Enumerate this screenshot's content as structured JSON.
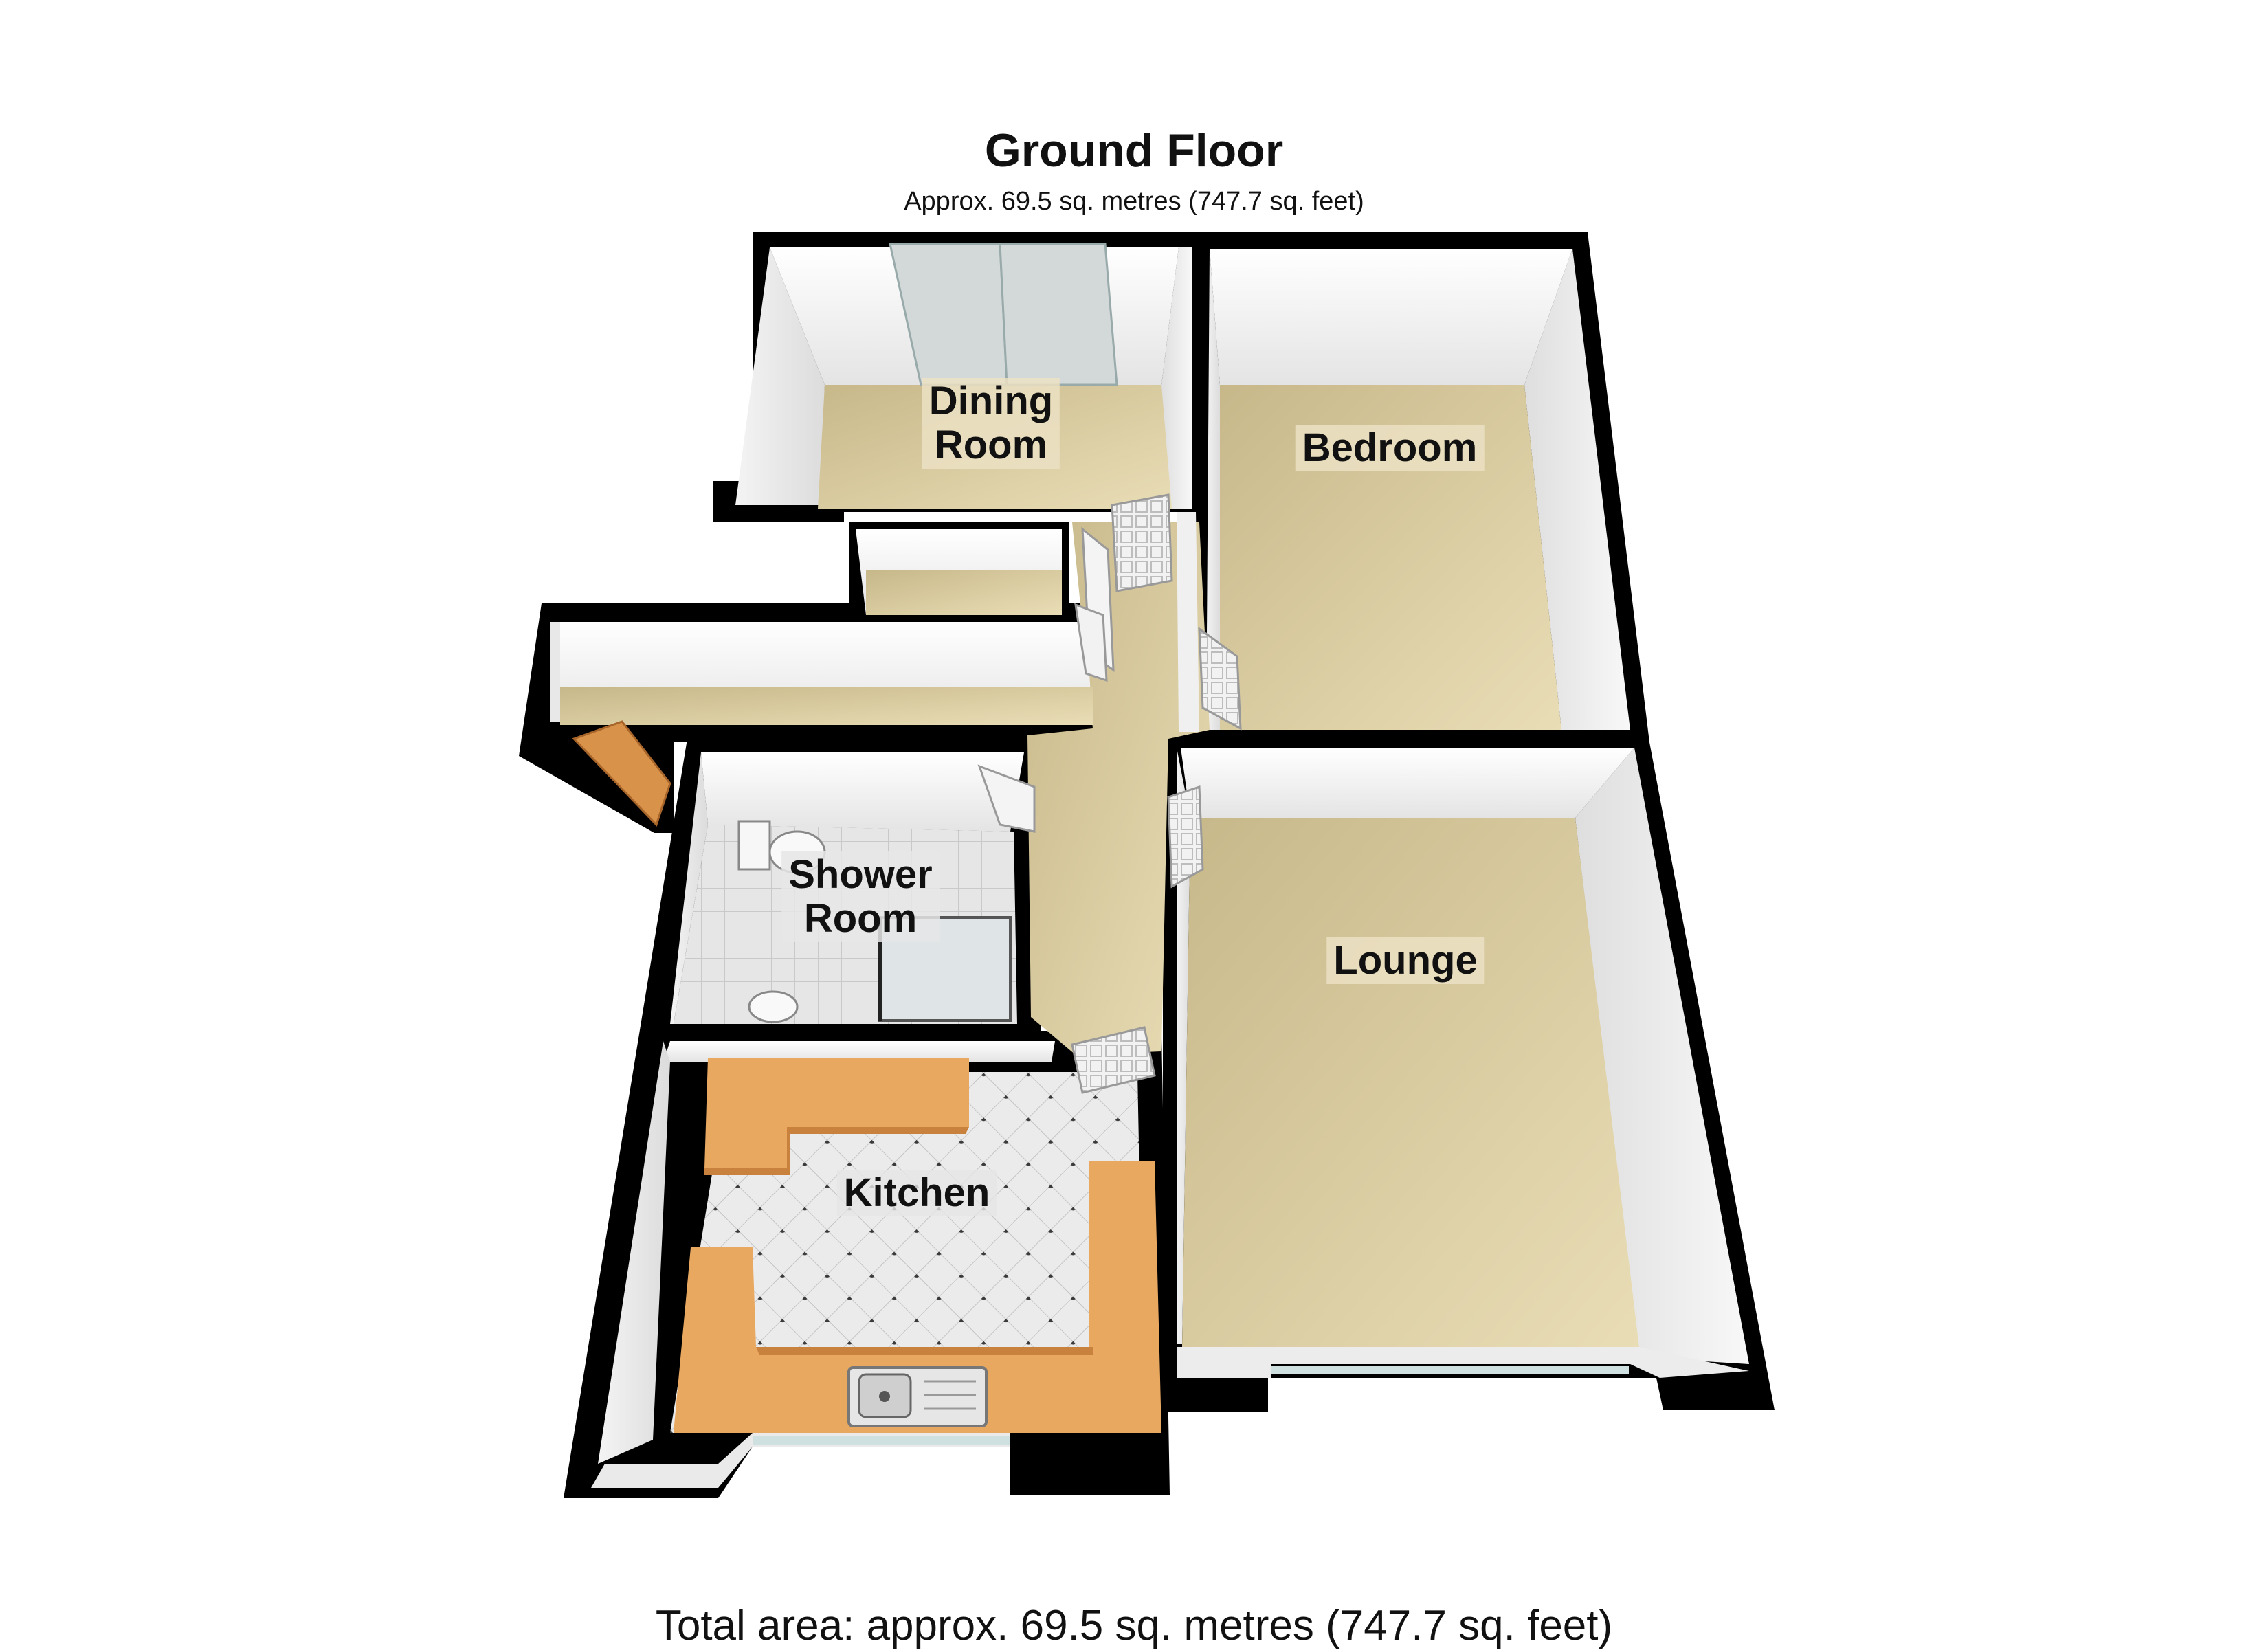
{
  "floor": {
    "title": "Ground Floor",
    "area": "Approx. 69.5 sq. metres (747.7 sq. feet)"
  },
  "total_area": "Total area: approx. 69.5 sq. metres (747.7 sq. feet)",
  "rooms": {
    "dining": "Dining\nRoom",
    "bedroom": "Bedroom",
    "shower": "Shower\nRoom",
    "lounge": "Lounge",
    "kitchen": "Kitchen"
  },
  "colors": {
    "wall": "#000000",
    "carpet": "#cdbf93",
    "carpet_light": "#e6d9b0",
    "tile": "#e2e2e2",
    "worktop": "#e8a860",
    "worktop_dark": "#c9823e",
    "door": "#d9924a",
    "glass": "#d5dcdc"
  }
}
